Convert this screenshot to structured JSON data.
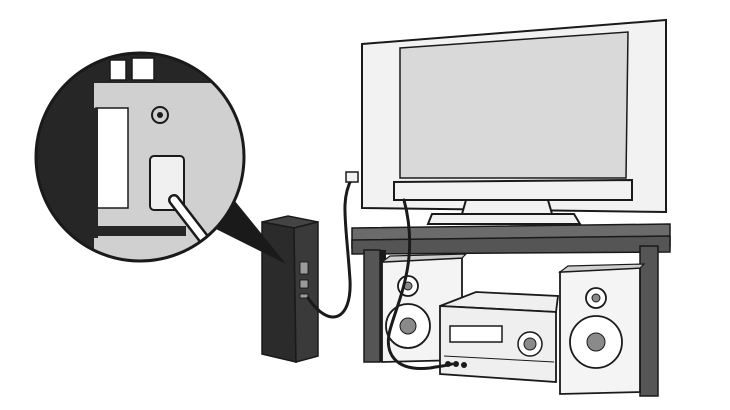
{
  "diagram": {
    "description_visible_text": [],
    "colors": {
      "outline": "#1a1a1a",
      "tv_screen": "#d9d9d9",
      "tv_frame": "#f2f2f2",
      "console_body": "#2b2b2b",
      "console_face": "#3a3a3a",
      "furniture": "#555555",
      "furniture_top": "#6b6b6b",
      "speaker_body": "#f4f4f4",
      "speaker_cone": "#8a8a8a",
      "receiver_body": "#efefef",
      "cable": "#1a1a1a",
      "cable_inner": "#ffffff",
      "zoom_bg": "#d0d0d0",
      "zoom_port": "#ffffff",
      "zoom_dark": "#262626"
    },
    "components": [
      {
        "name": "flat-screen-tv",
        "icon": "tv-icon"
      },
      {
        "name": "game-console",
        "icon": "console-icon"
      },
      {
        "name": "tv-stand",
        "icon": "stand-icon"
      },
      {
        "name": "left-speaker",
        "icon": "speaker-icon"
      },
      {
        "name": "right-speaker",
        "icon": "speaker-icon"
      },
      {
        "name": "av-receiver",
        "icon": "receiver-icon"
      },
      {
        "name": "audio-cable",
        "icon": "cable-icon"
      },
      {
        "name": "zoom-callout",
        "icon": "magnifier-icon"
      }
    ]
  }
}
